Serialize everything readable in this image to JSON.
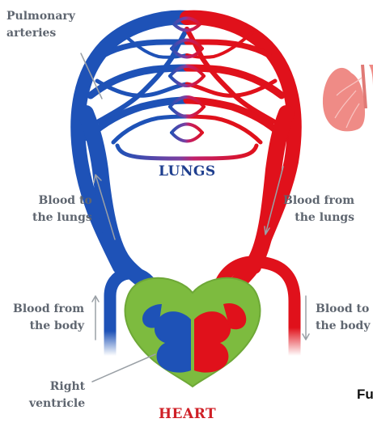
{
  "labels": {
    "pulmonary_arteries": "Pulmonary\narteries",
    "lungs": "LUNGS",
    "blood_to_lungs": "Blood to\nthe lungs",
    "blood_from_lungs": "Blood from\nthe lungs",
    "blood_from_body": "Blood from\nthe body",
    "blood_to_body": "Blood to\nthe body",
    "right_ventricle": "Right\nventricle",
    "heart": "HEART",
    "cropped_caption": "Fu"
  },
  "colors": {
    "deoxygenated": "#1e52b7",
    "oxygenated": "#e0111b",
    "heart_tissue": "#7dbb3f",
    "lung_icon": "#ef8b86",
    "label_text": "#5f6670",
    "lungs_title": "#1f3f8f",
    "heart_title": "#cf1f26"
  },
  "icons": {
    "lung_illustration": "lung-icon"
  }
}
